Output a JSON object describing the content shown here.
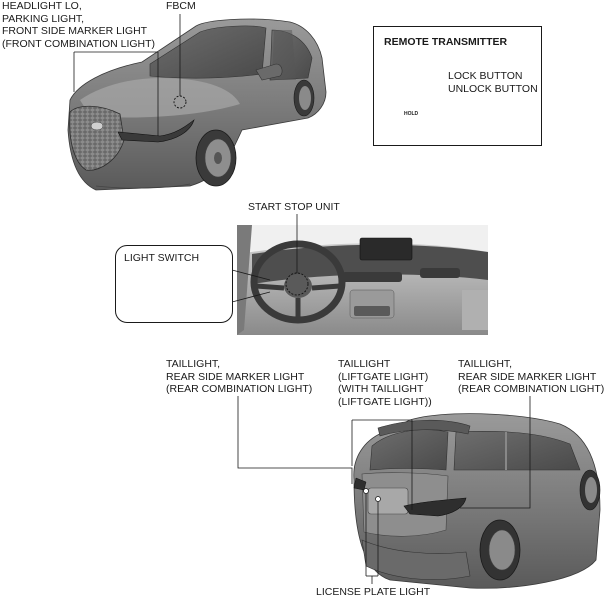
{
  "labels": {
    "headlight": "HEADLIGHT LO,\nPARKING LIGHT,\nFRONT SIDE MARKER LIGHT\n(FRONT COMBINATION LIGHT)",
    "fbcm": "FBCM",
    "remote_title": "REMOTE TRANSMITTER",
    "lock_button": "LOCK BUTTON",
    "unlock_button": "UNLOCK BUTTON",
    "start_stop": "START STOP UNIT",
    "light_switch": "LIGHT SWITCH",
    "taillight_left": "TAILLIGHT,\nREAR SIDE MARKER LIGHT\n(REAR COMBINATION LIGHT)",
    "taillight_center": "TAILLIGHT\n(LIFTGATE LIGHT)\n(WITH TAILLIGHT\n(LIFTGATE LIGHT))",
    "taillight_right": "TAILLIGHT,\nREAR SIDE MARKER LIGHT\n(REAR COMBINATION LIGHT)",
    "license_plate": "LICENSE PLATE LIGHT",
    "remote_hold": "HOLD"
  }
}
